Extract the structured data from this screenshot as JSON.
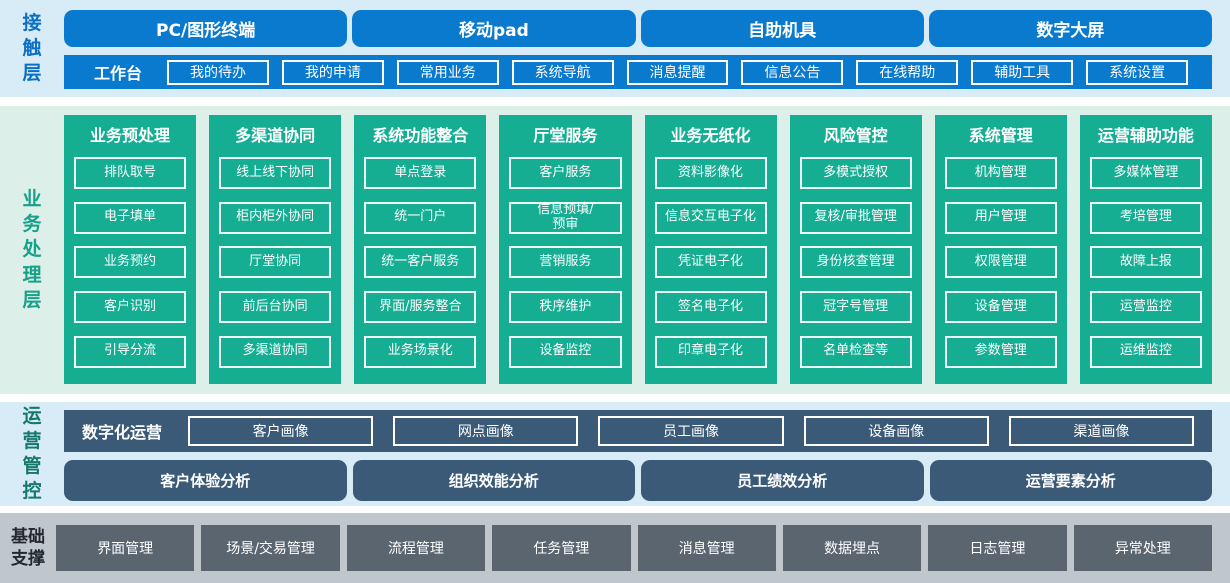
{
  "colors": {
    "accent_blue": "#0a7ace",
    "contact_label_blue": "#0a6fc4",
    "teal_green": "#15ae93",
    "business_label_green": "#16a188",
    "slate_blue": "#3b5a77",
    "operations_label_teal": "#15786d",
    "gray_button": "#5a656f",
    "band_blue_bg": "#d8ecf8",
    "band_green_bg": "#ddefe9",
    "band_gray_bg": "#bfc6cc"
  },
  "layers": {
    "contact": {
      "label": "接触层",
      "terminals": [
        "PC/图形终端",
        "移动pad",
        "自助机具",
        "数字大屏"
      ],
      "workbench": {
        "label": "工作台",
        "items": [
          "我的待办",
          "我的申请",
          "常用业务",
          "系统导航",
          "消息提醒",
          "信息公告",
          "在线帮助",
          "辅助工具",
          "系统设置"
        ]
      }
    },
    "business": {
      "label": "业务处理层",
      "columns": [
        {
          "title": "业务预处理",
          "items": [
            "排队取号",
            "电子填单",
            "业务预约",
            "客户识别",
            "引导分流"
          ]
        },
        {
          "title": "多渠道协同",
          "items": [
            "线上线下协同",
            "柜内柜外协同",
            "厅堂协同",
            "前后台协同",
            "多渠道协同"
          ]
        },
        {
          "title": "系统功能整合",
          "items": [
            "单点登录",
            "统一门户",
            "统一客户服务",
            "界面/服务整合",
            "业务场景化"
          ]
        },
        {
          "title": "厅堂服务",
          "items": [
            "客户服务",
            "信息预填/\n预审",
            "营销服务",
            "秩序维护",
            "设备监控"
          ]
        },
        {
          "title": "业务无纸化",
          "items": [
            "资料影像化",
            "信息交互电子化",
            "凭证电子化",
            "签名电子化",
            "印章电子化"
          ]
        },
        {
          "title": "风险管控",
          "items": [
            "多模式授权",
            "复核/审批管理",
            "身份核查管理",
            "冠字号管理",
            "名单检查等"
          ]
        },
        {
          "title": "系统管理",
          "items": [
            "机构管理",
            "用户管理",
            "权限管理",
            "设备管理",
            "参数管理"
          ]
        },
        {
          "title": "运营辅助功能",
          "items": [
            "多媒体管理",
            "考培管理",
            "故障上报",
            "运营监控",
            "运维监控"
          ]
        }
      ]
    },
    "operations": {
      "label": "运营管控",
      "digital_row": {
        "label": "数字化运营",
        "items": [
          "客户画像",
          "网点画像",
          "员工画像",
          "设备画像",
          "渠道画像"
        ]
      },
      "analysis_row": [
        "客户体验分析",
        "组织效能分析",
        "员工绩效分析",
        "运营要素分析"
      ]
    },
    "foundation": {
      "label": "基础支撑",
      "items": [
        "界面管理",
        "场景/交易管理",
        "流程管理",
        "任务管理",
        "消息管理",
        "数据埋点",
        "日志管理",
        "异常处理"
      ]
    }
  }
}
